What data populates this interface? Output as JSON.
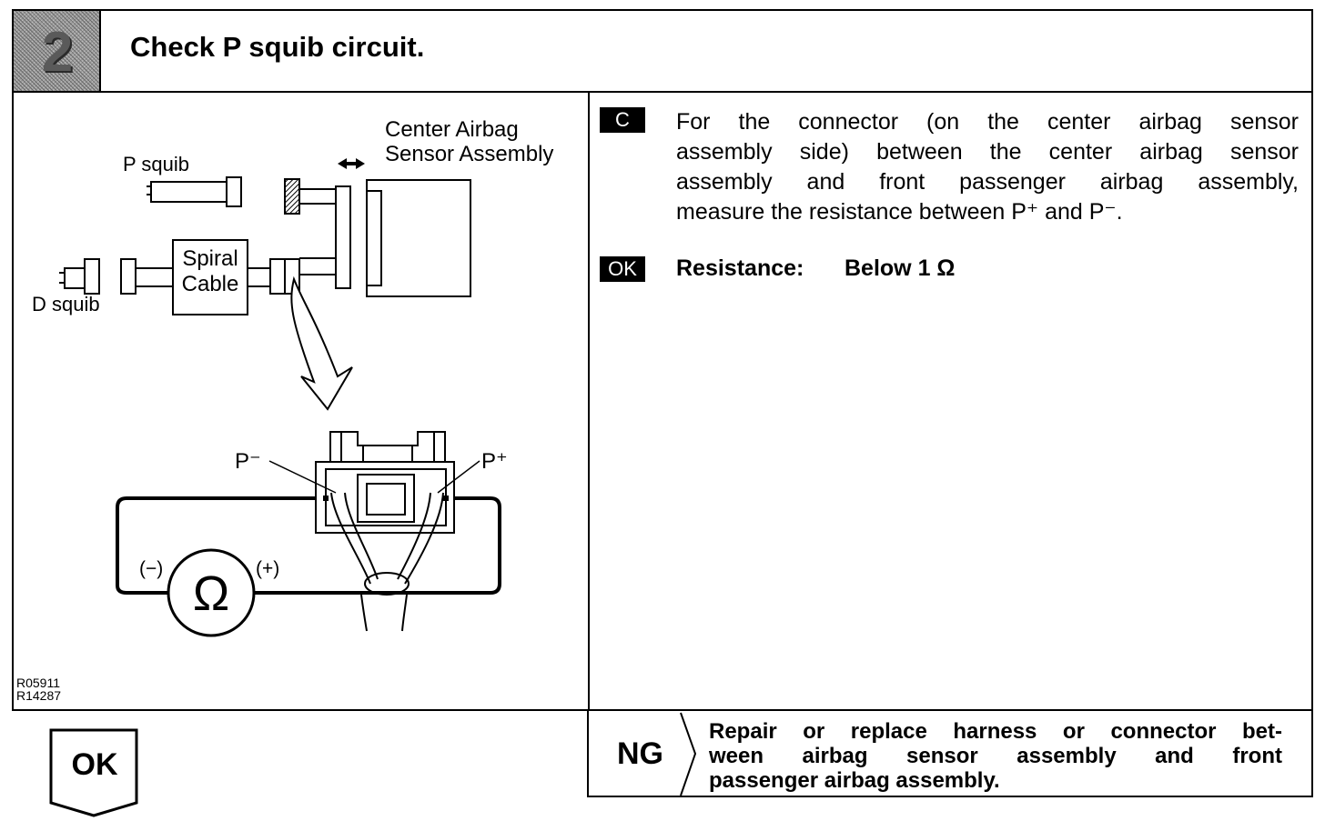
{
  "header": {
    "step_number": "2",
    "title": "Check P squib circuit."
  },
  "diagram": {
    "labels": {
      "center_airbag_line1": "Center Airbag",
      "center_airbag_line2": "Sensor Assembly",
      "p_squib": "P squib",
      "d_squib": "D squib",
      "spiral_line1": "Spiral",
      "spiral_line2": "Cable",
      "p_minus": "P⁻",
      "p_plus": "P⁺",
      "ohm_symbol": "Ω",
      "neg_terminal": "(−)",
      "pos_terminal": "(+)"
    },
    "codes": [
      "R05911",
      "R14287"
    ]
  },
  "instruction": {
    "badge": "C",
    "lines": [
      "For the connector (on the center airbag sensor",
      "assembly side) between the center airbag sensor",
      "assembly and front passenger airbag assembly,",
      "measure the resistance between P⁺ and P⁻."
    ]
  },
  "ok_spec": {
    "badge": "OK",
    "label": "Resistance:",
    "value": "Below 1 Ω"
  },
  "ng": {
    "label": "NG",
    "lines": [
      "Repair or replace harness or connector bet-",
      "ween airbag sensor assembly and front",
      "passenger airbag assembly."
    ]
  },
  "ok_result": {
    "label": "OK"
  }
}
